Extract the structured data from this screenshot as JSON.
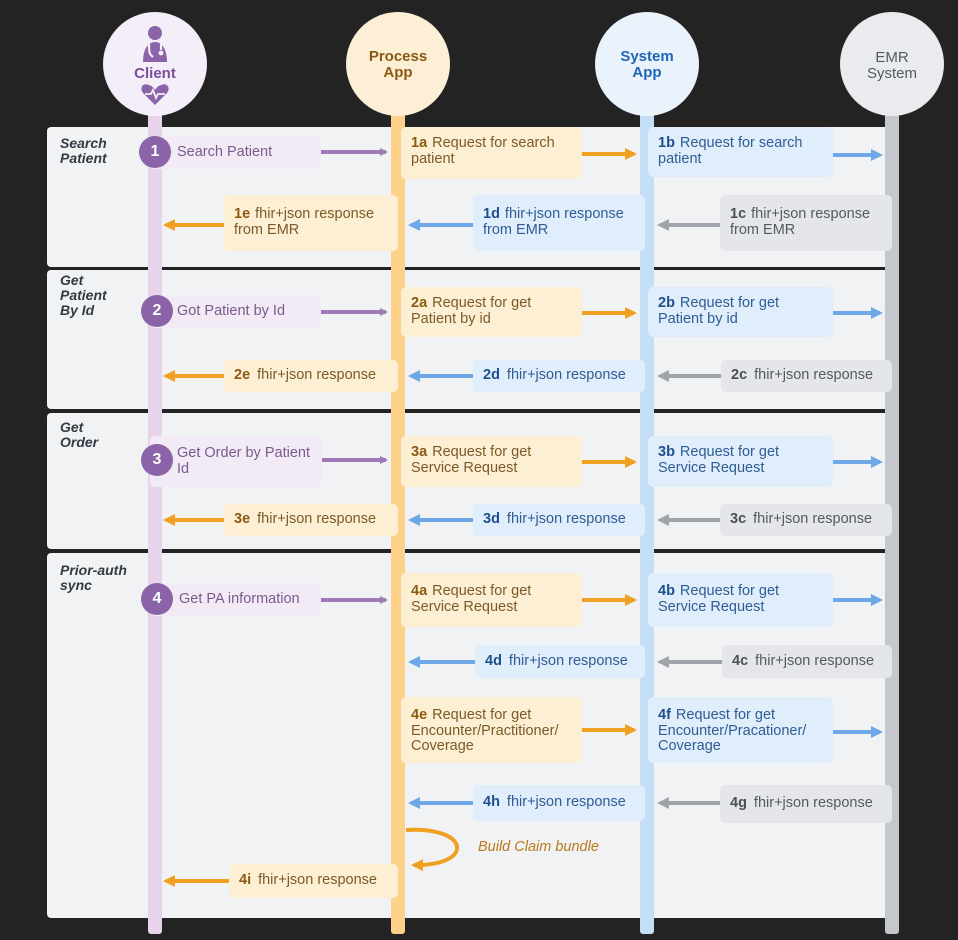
{
  "participants": {
    "client": "Client",
    "process_line1": "Process",
    "process_line2": "App",
    "system_line1": "System",
    "system_line2": "App",
    "emr_line1": "EMR",
    "emr_line2": "System"
  },
  "sections": [
    {
      "title": "Search\nPatient"
    },
    {
      "title": "Get\nPatient\nBy Id"
    },
    {
      "title": "Get\nOrder"
    },
    {
      "title": "Prior-auth\nsync"
    }
  ],
  "steps": [
    "1",
    "2",
    "3",
    "4"
  ],
  "messages": {
    "s1": {
      "label": "Search Patient"
    },
    "m1a": {
      "n": "1a",
      "t": "Request for search patient"
    },
    "m1b": {
      "n": "1b",
      "t": "Request for search patient"
    },
    "m1c": {
      "n": "1c",
      "t": "fhir+json response from EMR"
    },
    "m1d": {
      "n": "1d",
      "t": "fhir+json response from EMR"
    },
    "m1e": {
      "n": "1e",
      "t": "fhir+json response from EMR"
    },
    "s2": {
      "label": "Got Patient by Id"
    },
    "m2a": {
      "n": "2a",
      "t": "Request for get Patient by id"
    },
    "m2b": {
      "n": "2b",
      "t": "Request for get Patient by id"
    },
    "m2c": {
      "n": "2c",
      "t": "fhir+json response"
    },
    "m2d": {
      "n": "2d",
      "t": "fhir+json response"
    },
    "m2e": {
      "n": "2e",
      "t": "fhir+json response"
    },
    "s3": {
      "label": "Get Order by Patient Id"
    },
    "m3a": {
      "n": "3a",
      "t": "Request for get Service Request"
    },
    "m3b": {
      "n": "3b",
      "t": "Request for get Service Request"
    },
    "m3c": {
      "n": "3c",
      "t": "fhir+json response"
    },
    "m3d": {
      "n": "3d",
      "t": "fhir+json response"
    },
    "m3e": {
      "n": "3e",
      "t": "fhir+json response"
    },
    "s4": {
      "label": "Get PA information"
    },
    "m4a": {
      "n": "4a",
      "t": "Request for get Service Request"
    },
    "m4b": {
      "n": "4b",
      "t": "Request for get Service Request"
    },
    "m4c": {
      "n": "4c",
      "t": "fhir+json response"
    },
    "m4d": {
      "n": "4d",
      "t": "fhir+json response"
    },
    "m4e": {
      "n": "4e",
      "t": "Request for get Encounter/Practitioner/ Coverage"
    },
    "m4f": {
      "n": "4f",
      "t": "Request for get Encounter/Pracationer/ Coverage"
    },
    "m4g": {
      "n": "4g",
      "t": "fhir+json response"
    },
    "m4h": {
      "n": "4h",
      "t": "fhir+json response"
    },
    "m4i": {
      "n": "4i",
      "t": "fhir+json response"
    }
  },
  "self_loop_label": "Build Claim bundle",
  "colors": {
    "background": "#232323",
    "client": "#8a63a8",
    "process": "#f0a020",
    "system": "#6ea8e8",
    "emr": "#a0a4aa"
  }
}
